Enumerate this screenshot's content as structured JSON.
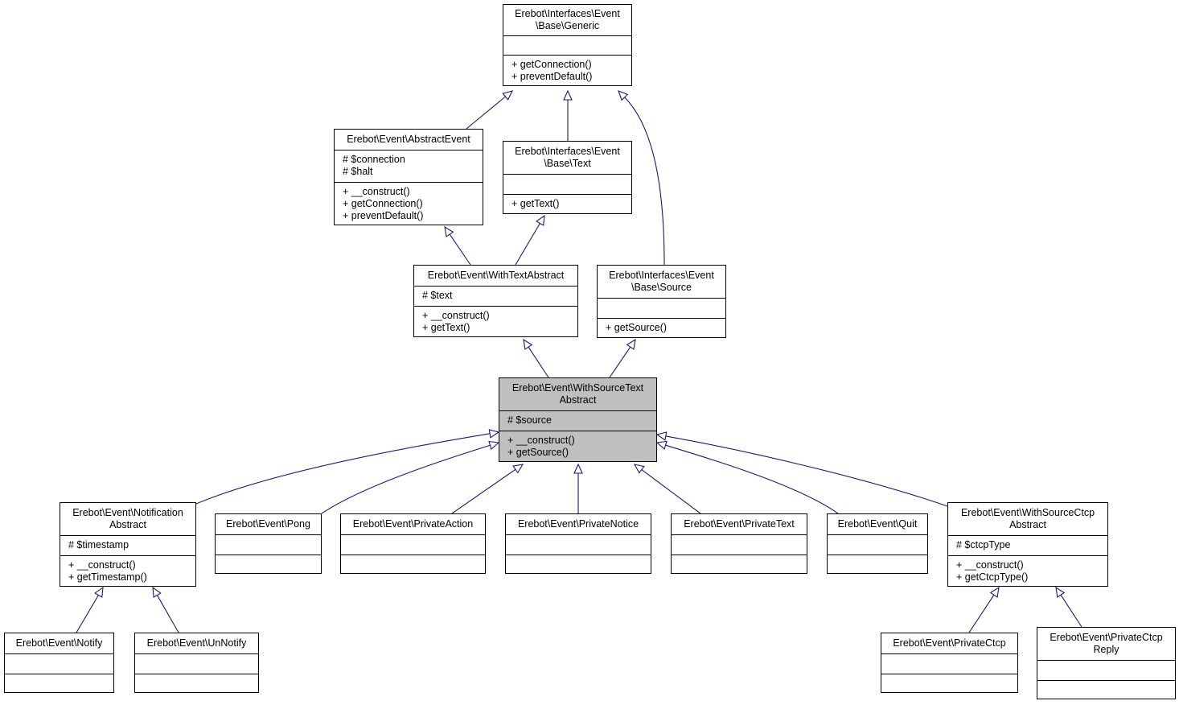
{
  "diagram": {
    "classes": [
      {
        "id": "generic",
        "title": [
          "Erebot\\Interfaces\\Event",
          "\\Base\\Generic"
        ],
        "attributes": [],
        "methods": [
          "+ getConnection()",
          "+ preventDefault()"
        ]
      },
      {
        "id": "abstractevent",
        "title": [
          "Erebot\\Event\\AbstractEvent"
        ],
        "attributes": [
          "# $connection",
          "# $halt"
        ],
        "methods": [
          "+  __construct()",
          "+ getConnection()",
          "+ preventDefault()"
        ]
      },
      {
        "id": "text",
        "title": [
          "Erebot\\Interfaces\\Event",
          "\\Base\\Text"
        ],
        "attributes": [],
        "methods": [
          "+ getText()"
        ]
      },
      {
        "id": "withtextabstract",
        "title": [
          "Erebot\\Event\\WithTextAbstract"
        ],
        "attributes": [
          "# $text"
        ],
        "methods": [
          "+  __construct()",
          "+ getText()"
        ]
      },
      {
        "id": "source",
        "title": [
          "Erebot\\Interfaces\\Event",
          "\\Base\\Source"
        ],
        "attributes": [],
        "methods": [
          "+ getSource()"
        ]
      },
      {
        "id": "withsourcetextabstract",
        "title": [
          "Erebot\\Event\\WithSourceText",
          "Abstract"
        ],
        "attributes": [
          "# $source"
        ],
        "methods": [
          "+  __construct()",
          "+ getSource()"
        ],
        "focus": true
      },
      {
        "id": "notificationabstract",
        "title": [
          "Erebot\\Event\\Notification",
          "Abstract"
        ],
        "attributes": [
          "# $timestamp"
        ],
        "methods": [
          "+  __construct()",
          "+ getTimestamp()"
        ]
      },
      {
        "id": "pong",
        "title": [
          "Erebot\\Event\\Pong"
        ],
        "attributes": [],
        "methods": []
      },
      {
        "id": "privateaction",
        "title": [
          "Erebot\\Event\\PrivateAction"
        ],
        "attributes": [],
        "methods": []
      },
      {
        "id": "privatenotice",
        "title": [
          "Erebot\\Event\\PrivateNotice"
        ],
        "attributes": [],
        "methods": []
      },
      {
        "id": "privatetext",
        "title": [
          "Erebot\\Event\\PrivateText"
        ],
        "attributes": [],
        "methods": []
      },
      {
        "id": "quit",
        "title": [
          "Erebot\\Event\\Quit"
        ],
        "attributes": [],
        "methods": []
      },
      {
        "id": "withsourcectcpabstract",
        "title": [
          "Erebot\\Event\\WithSourceCtcp",
          "Abstract"
        ],
        "attributes": [
          "# $ctcpType"
        ],
        "methods": [
          "+  __construct()",
          "+ getCtcpType()"
        ]
      },
      {
        "id": "notify",
        "title": [
          "Erebot\\Event\\Notify"
        ],
        "attributes": [],
        "methods": []
      },
      {
        "id": "unnotify",
        "title": [
          "Erebot\\Event\\UnNotify"
        ],
        "attributes": [],
        "methods": []
      },
      {
        "id": "privatectcp",
        "title": [
          "Erebot\\Event\\PrivateCtcp"
        ],
        "attributes": [],
        "methods": []
      },
      {
        "id": "privatectcpreply",
        "title": [
          "Erebot\\Event\\PrivateCtcp",
          "Reply"
        ],
        "attributes": [],
        "methods": []
      }
    ],
    "inheritance": [
      {
        "from": "abstractevent",
        "to": "generic"
      },
      {
        "from": "text",
        "to": "generic"
      },
      {
        "from": "source",
        "to": "generic"
      },
      {
        "from": "withtextabstract",
        "to": "abstractevent"
      },
      {
        "from": "withtextabstract",
        "to": "text"
      },
      {
        "from": "withsourcetextabstract",
        "to": "withtextabstract"
      },
      {
        "from": "withsourcetextabstract",
        "to": "source"
      },
      {
        "from": "notificationabstract",
        "to": "withsourcetextabstract"
      },
      {
        "from": "pong",
        "to": "withsourcetextabstract"
      },
      {
        "from": "privateaction",
        "to": "withsourcetextabstract"
      },
      {
        "from": "privatenotice",
        "to": "withsourcetextabstract"
      },
      {
        "from": "privatetext",
        "to": "withsourcetextabstract"
      },
      {
        "from": "quit",
        "to": "withsourcetextabstract"
      },
      {
        "from": "withsourcectcpabstract",
        "to": "withsourcetextabstract"
      },
      {
        "from": "notify",
        "to": "notificationabstract"
      },
      {
        "from": "unnotify",
        "to": "notificationabstract"
      },
      {
        "from": "privatectcp",
        "to": "withsourcectcpabstract"
      },
      {
        "from": "privatectcpreply",
        "to": "withsourcectcpabstract"
      }
    ],
    "colors": {
      "edge": "#191970",
      "border": "#000000",
      "focus_fill": "#bfbfbf",
      "fill": "#ffffff"
    }
  }
}
